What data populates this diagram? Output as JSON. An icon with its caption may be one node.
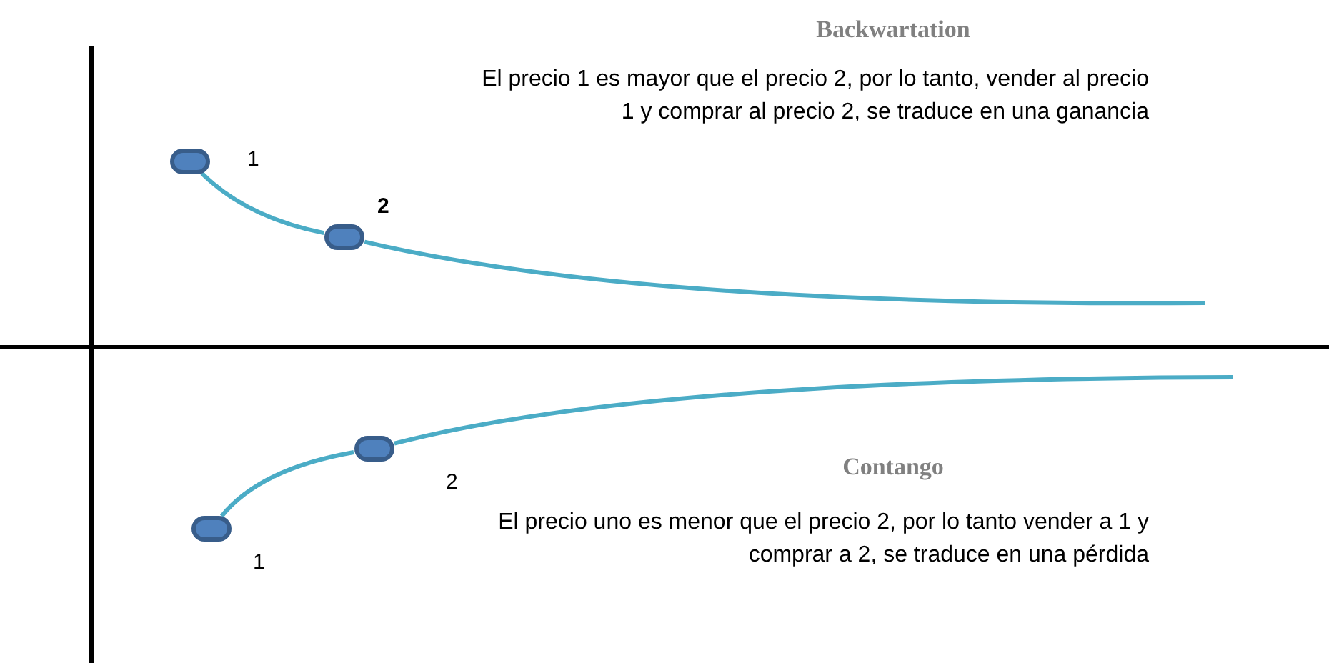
{
  "diagram": {
    "nodes": [
      {
        "text": [],
        "shape": "circle",
        "beside": [
          "1"
        ]
      },
      {
        "text": [],
        "shape": "circle",
        "beside": [
          "2"
        ]
      },
      {
        "text": [],
        "shape": "circle",
        "beside": [
          "1"
        ]
      },
      {
        "text": [],
        "shape": "circle",
        "beside": [
          "2"
        ]
      }
    ],
    "edges": [
      {
        "from": 0,
        "to": 1,
        "arrow": "none"
      },
      {
        "from": 1,
        "to": null,
        "arrow": "none"
      },
      {
        "from": 2,
        "to": 3,
        "arrow": "none"
      },
      {
        "from": 3,
        "to": null,
        "arrow": "none"
      }
    ],
    "labels": [
      "Backwartation",
      "El precio 1 es mayor que el precio 2, por lo tanto,  vender al precio 1 y comprar al precio 2, se traduce en una ganancia",
      "Contango",
      "El precio uno es menor que el precio 2, por lo tanto vender a 1 y comprar a 2, se traduce en una pérdida"
    ]
  }
}
